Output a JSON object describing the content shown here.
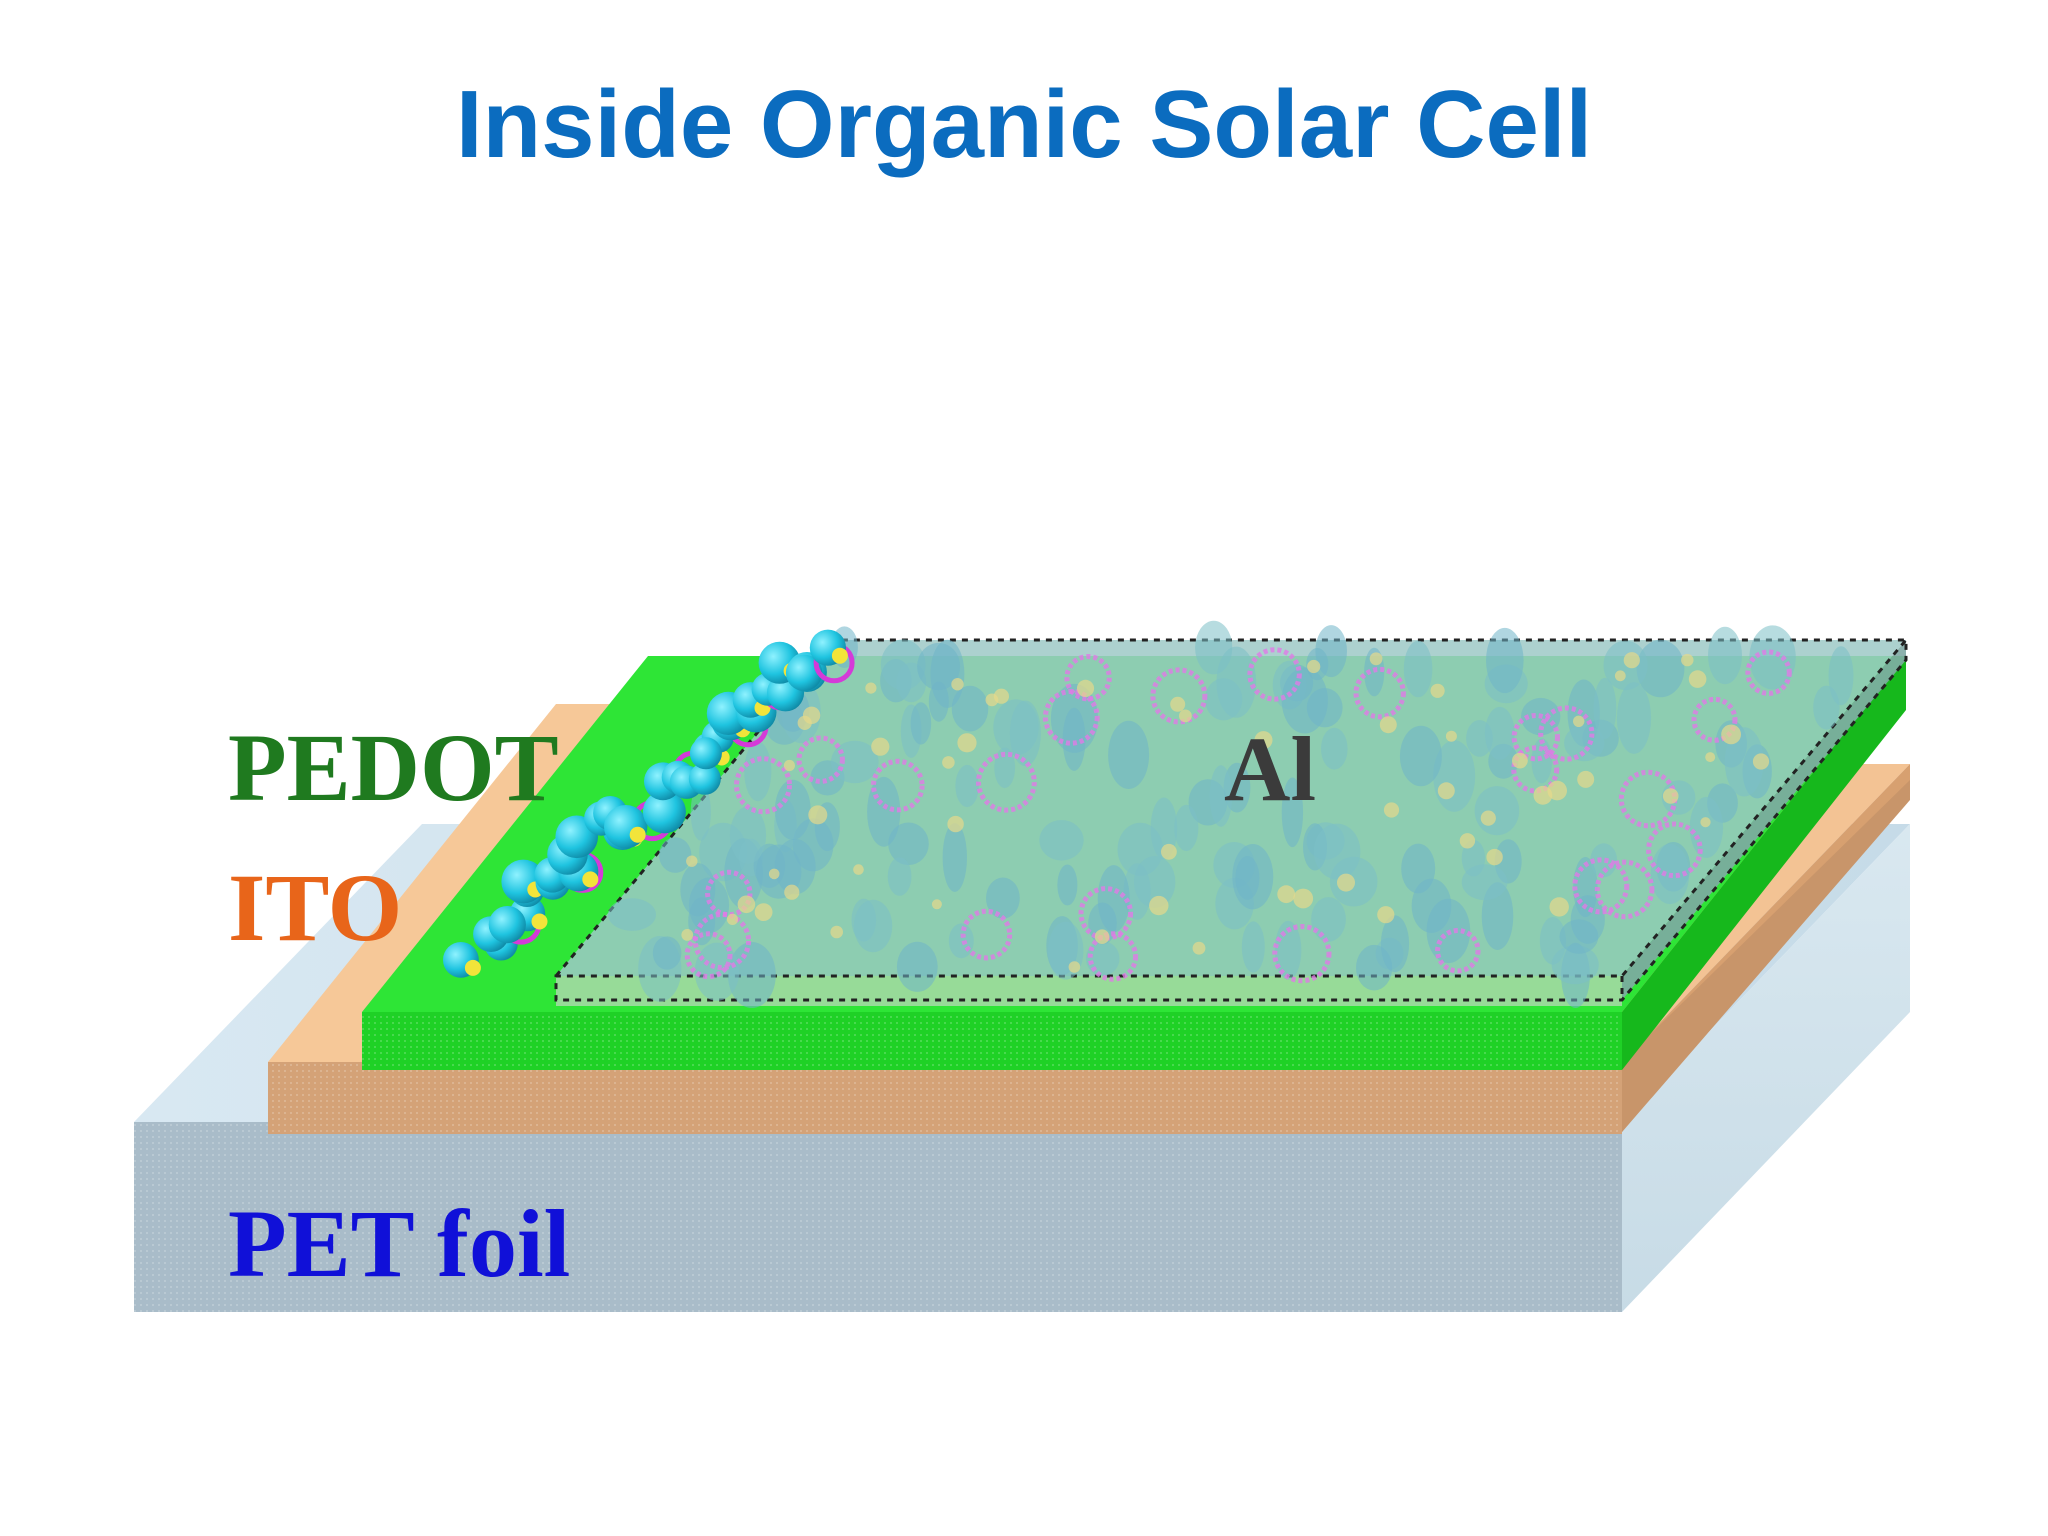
{
  "title": "Inside Organic Solar Cell",
  "labels": {
    "al": "Al",
    "pedot": "PEDOT",
    "ito": "ITO",
    "pet": "PET foil"
  },
  "colors": {
    "title": "#0b6cbf",
    "pet": "#a9bcc9",
    "ito": "#d4a277",
    "pedot": "#22d428",
    "al": "#9ec9c7",
    "pedot_text": "#1f7a1f",
    "ito_text": "#e8651a",
    "pet_text": "#1010d8",
    "al_text": "#3b3b3b"
  }
}
